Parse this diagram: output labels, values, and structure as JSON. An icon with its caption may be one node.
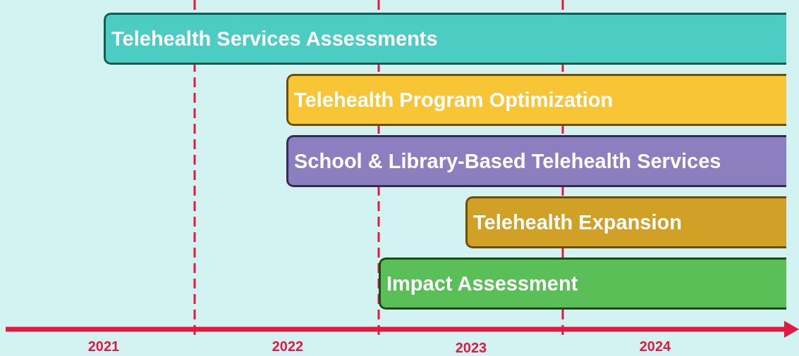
{
  "diagram": {
    "nodes": [
      {
        "text": [
          "Telehealth Services Assessments"
        ]
      },
      {
        "text": [
          "Telehealth Program Optimization"
        ]
      },
      {
        "text": [
          "School & Library-Based Telehealth Services"
        ]
      },
      {
        "text": [
          "Telehealth Expansion"
        ]
      },
      {
        "text": [
          "Impact Assessment"
        ]
      }
    ],
    "labels": [
      "2021",
      "2022",
      "2023",
      "2024"
    ]
  }
}
